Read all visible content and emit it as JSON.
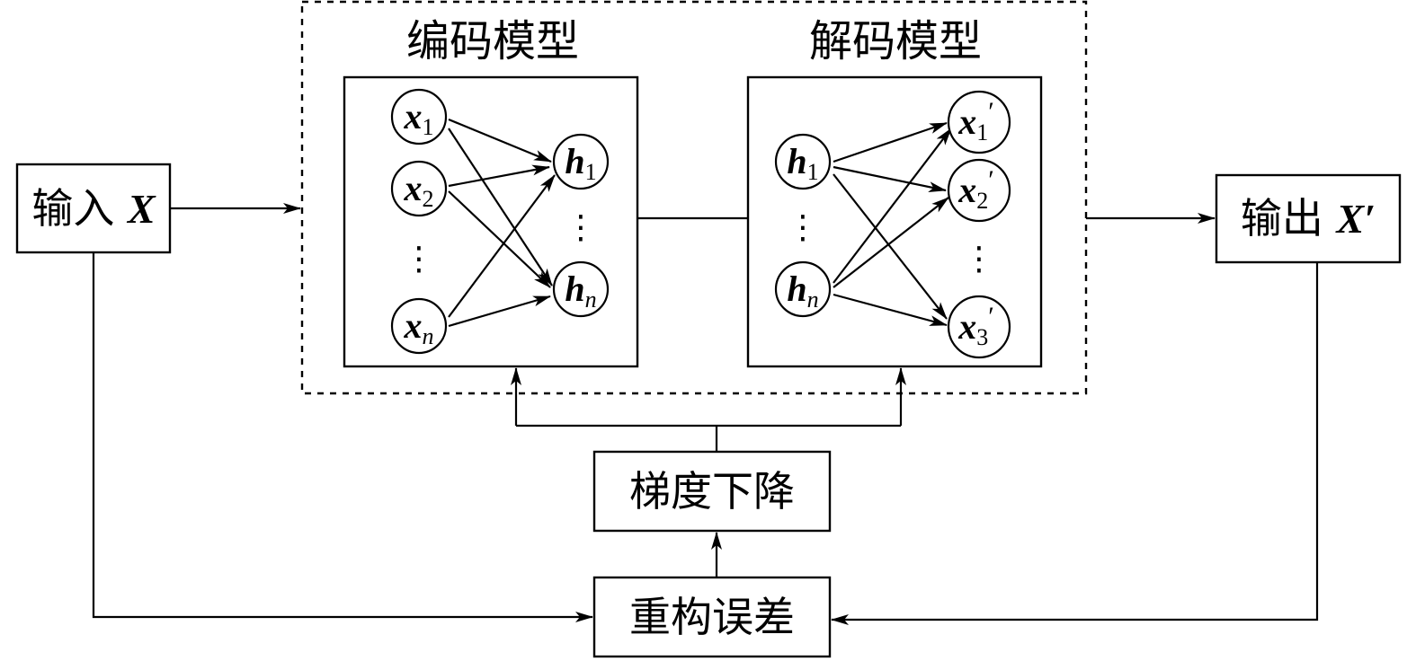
{
  "input_box": {
    "label": "输入",
    "var": "X"
  },
  "output_box": {
    "label": "输出",
    "var": "X′"
  },
  "encoder": {
    "title": "编码模型",
    "inputs": [
      {
        "main": "x",
        "sub": "1",
        "sub_italic": false
      },
      {
        "main": "x",
        "sub": "2",
        "sub_italic": false
      },
      {
        "main": "x",
        "sub": "n",
        "sub_italic": true
      }
    ],
    "hidden": [
      {
        "main": "h",
        "sub": "1",
        "sub_italic": false
      },
      {
        "main": "h",
        "sub": "n",
        "sub_italic": true
      }
    ],
    "dots": "⋮"
  },
  "decoder": {
    "title": "解码模型",
    "hidden": [
      {
        "main": "h",
        "sub": "1",
        "sub_italic": false
      },
      {
        "main": "h",
        "sub": "n",
        "sub_italic": true
      }
    ],
    "outputs": [
      {
        "main": "x",
        "sub": "1",
        "sub_italic": false,
        "prime": "′"
      },
      {
        "main": "x",
        "sub": "2",
        "sub_italic": false,
        "prime": "′"
      },
      {
        "main": "x",
        "sub": "3",
        "sub_italic": false,
        "prime": "′"
      }
    ],
    "dots": "⋮"
  },
  "gradient_box": {
    "label": "梯度下降"
  },
  "error_box": {
    "label": "重构误差"
  },
  "colors": {
    "stroke": "#000000",
    "background": "#ffffff"
  }
}
